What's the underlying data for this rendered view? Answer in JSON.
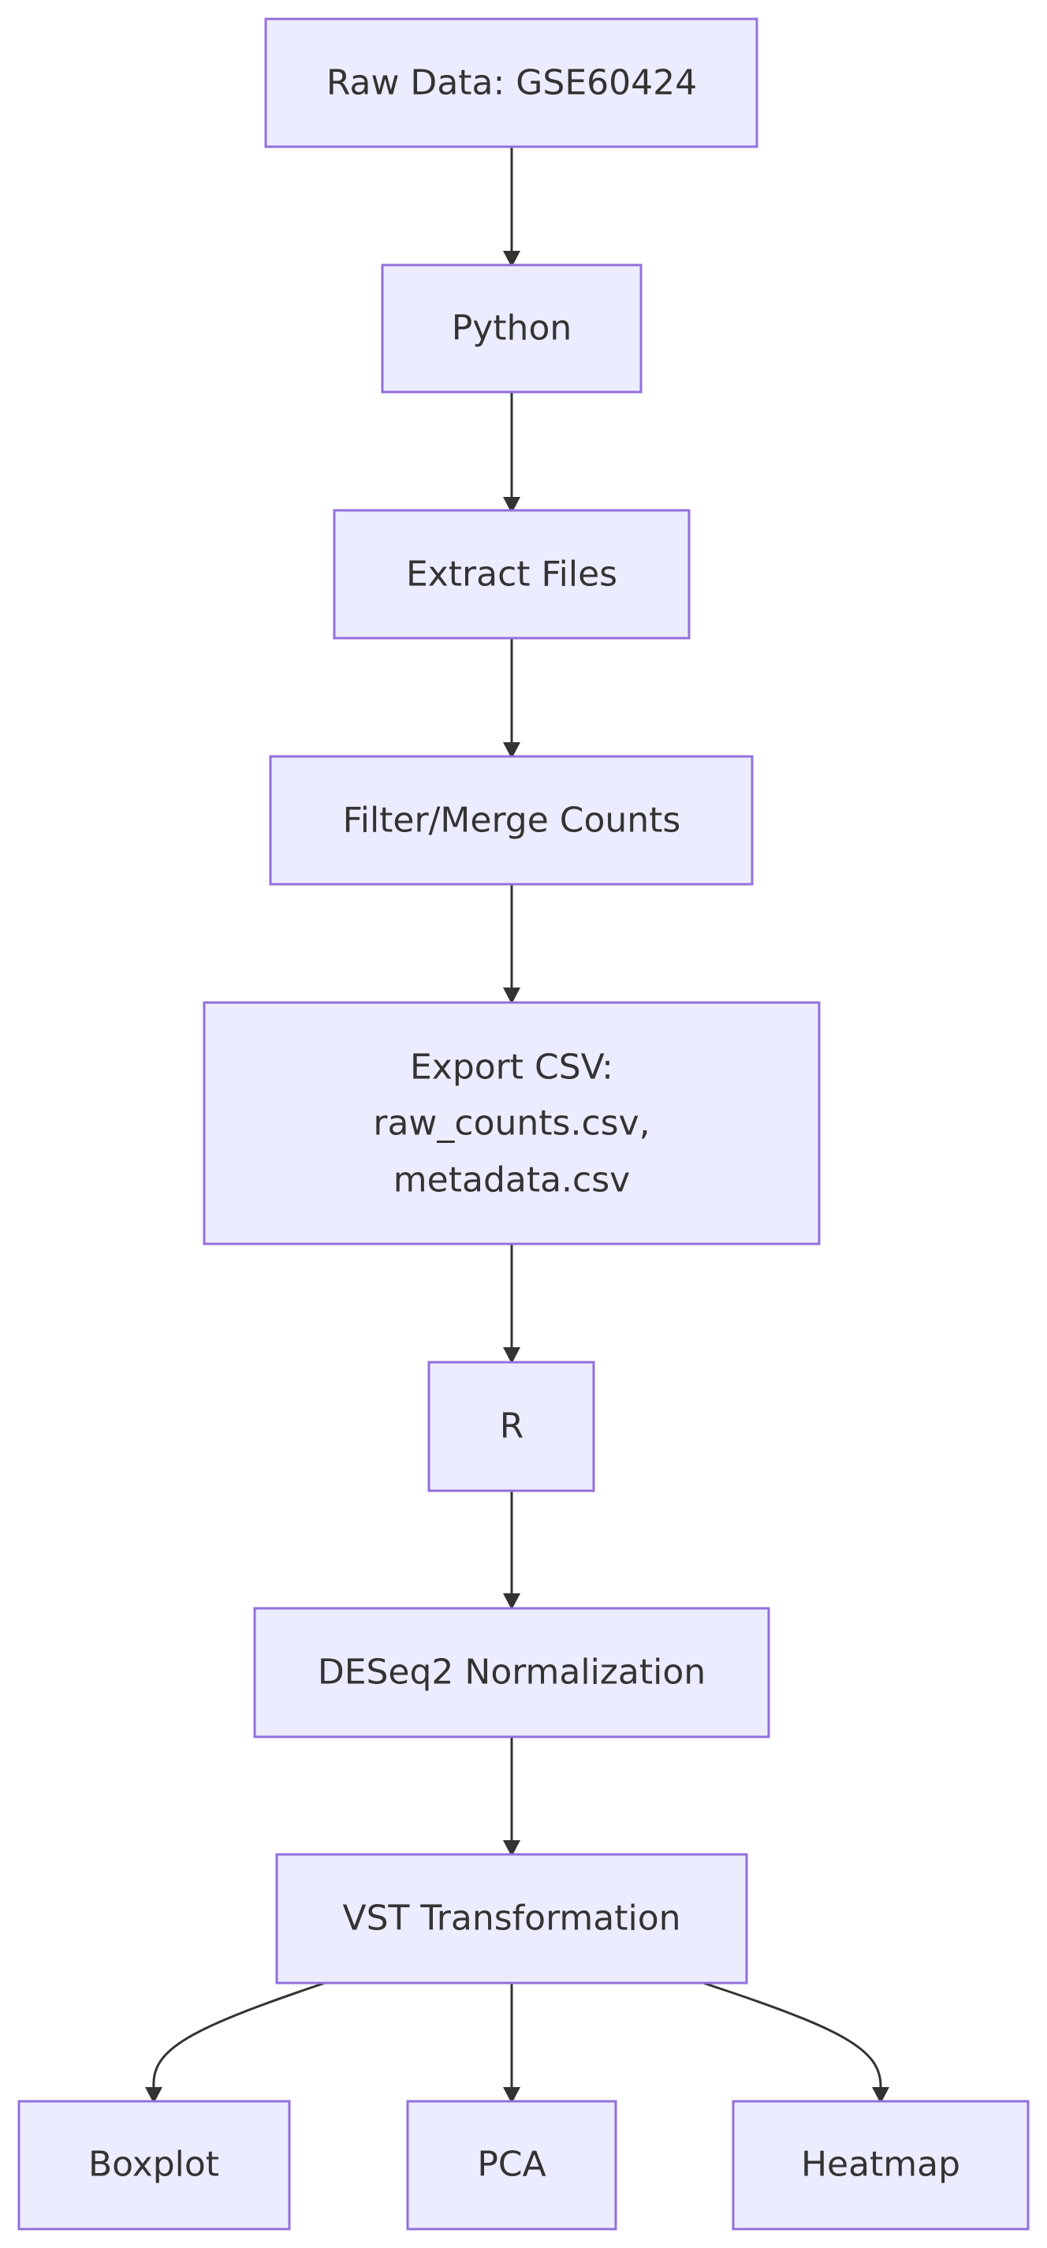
{
  "nodes": [
    {
      "id": "raw",
      "lines": [
        "Raw Data: GSE60424"
      ]
    },
    {
      "id": "python",
      "lines": [
        "Python"
      ]
    },
    {
      "id": "extract",
      "lines": [
        "Extract Files"
      ]
    },
    {
      "id": "filter",
      "lines": [
        "Filter/Merge Counts"
      ]
    },
    {
      "id": "export",
      "lines": [
        "Export CSV:",
        "raw_counts.csv,",
        "metadata.csv"
      ]
    },
    {
      "id": "r",
      "lines": [
        "R"
      ]
    },
    {
      "id": "deseq2",
      "lines": [
        "DESeq2 Normalization"
      ]
    },
    {
      "id": "vst",
      "lines": [
        "VST Transformation"
      ]
    },
    {
      "id": "boxplot",
      "lines": [
        "Boxplot"
      ]
    },
    {
      "id": "pca",
      "lines": [
        "PCA"
      ]
    },
    {
      "id": "heatmap",
      "lines": [
        "Heatmap"
      ]
    }
  ],
  "edges": [
    {
      "from": "raw",
      "to": "python"
    },
    {
      "from": "python",
      "to": "extract"
    },
    {
      "from": "extract",
      "to": "filter"
    },
    {
      "from": "filter",
      "to": "export"
    },
    {
      "from": "export",
      "to": "r"
    },
    {
      "from": "r",
      "to": "deseq2"
    },
    {
      "from": "deseq2",
      "to": "vst"
    },
    {
      "from": "vst",
      "to": "boxplot"
    },
    {
      "from": "vst",
      "to": "pca"
    },
    {
      "from": "vst",
      "to": "heatmap"
    }
  ],
  "colors": {
    "node_fill": "#ECECFF",
    "node_border": "#9370DB",
    "text": "#333333",
    "edge": "#333333"
  }
}
